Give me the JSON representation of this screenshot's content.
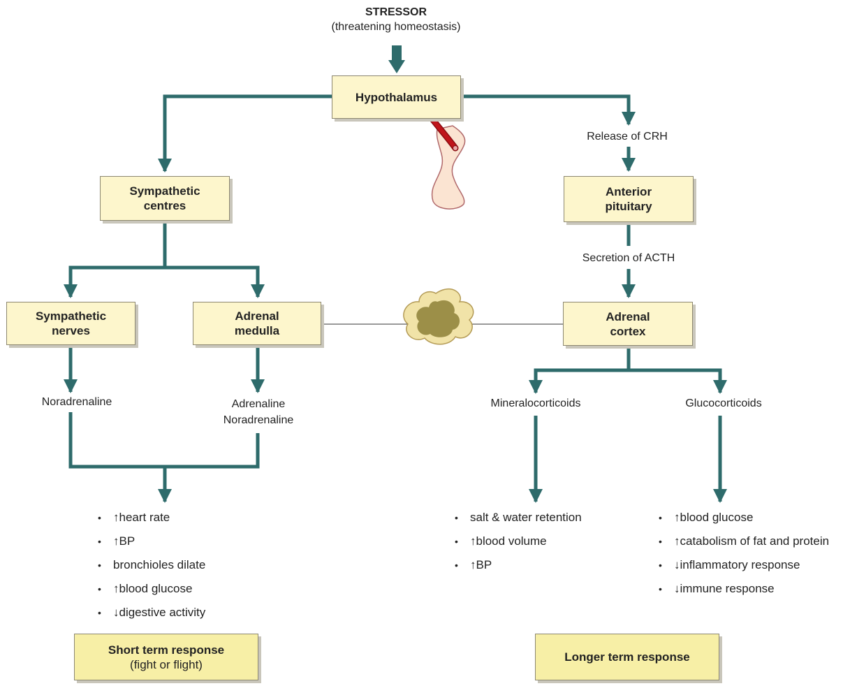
{
  "stressor": {
    "title": "STRESSOR",
    "subtitle": "(threatening homeostasis)"
  },
  "boxes": {
    "hypothalamus": "Hypothalamus",
    "sympathetic_centres": "Sympathetic\ncentres",
    "anterior_pituitary": "Anterior\npituitary",
    "sympathetic_nerves": "Sympathetic\nnerves",
    "adrenal_medulla": "Adrenal\nmedulla",
    "adrenal_cortex": "Adrenal\ncortex"
  },
  "labels": {
    "release_crh": "Release of CRH",
    "secretion_acth": "Secretion of ACTH",
    "noradrenaline": "Noradrenaline",
    "adrenaline_noradrenaline": "Adrenaline\nNoradrenaline",
    "mineralocorticoids": "Mineralocorticoids",
    "glucocorticoids": "Glucocorticoids"
  },
  "effects": {
    "short_term": [
      "↑heart rate",
      "↑BP",
      "bronchioles dilate",
      "↑blood glucose",
      "↓digestive activity"
    ],
    "mineralocorticoid": [
      "salt & water retention",
      "↑blood volume",
      "↑BP"
    ],
    "glucocorticoid": [
      "↑blood glucose",
      "↑catabolism of fat and protein",
      "↓inflammatory response",
      "↓immune response"
    ]
  },
  "responses": {
    "short_term_title": "Short term response",
    "short_term_sub": "(fight or flight)",
    "longer_term_title": "Longer term response"
  },
  "icons": [
    "pituitary-gland-icon",
    "adrenal-gland-icon",
    "stressor-arrow-icon"
  ],
  "colors": {
    "arrow": "#2e6b6b",
    "box_fill": "#fdf6cc",
    "response_fill": "#f7efa6",
    "vessel": "#c0151b"
  }
}
